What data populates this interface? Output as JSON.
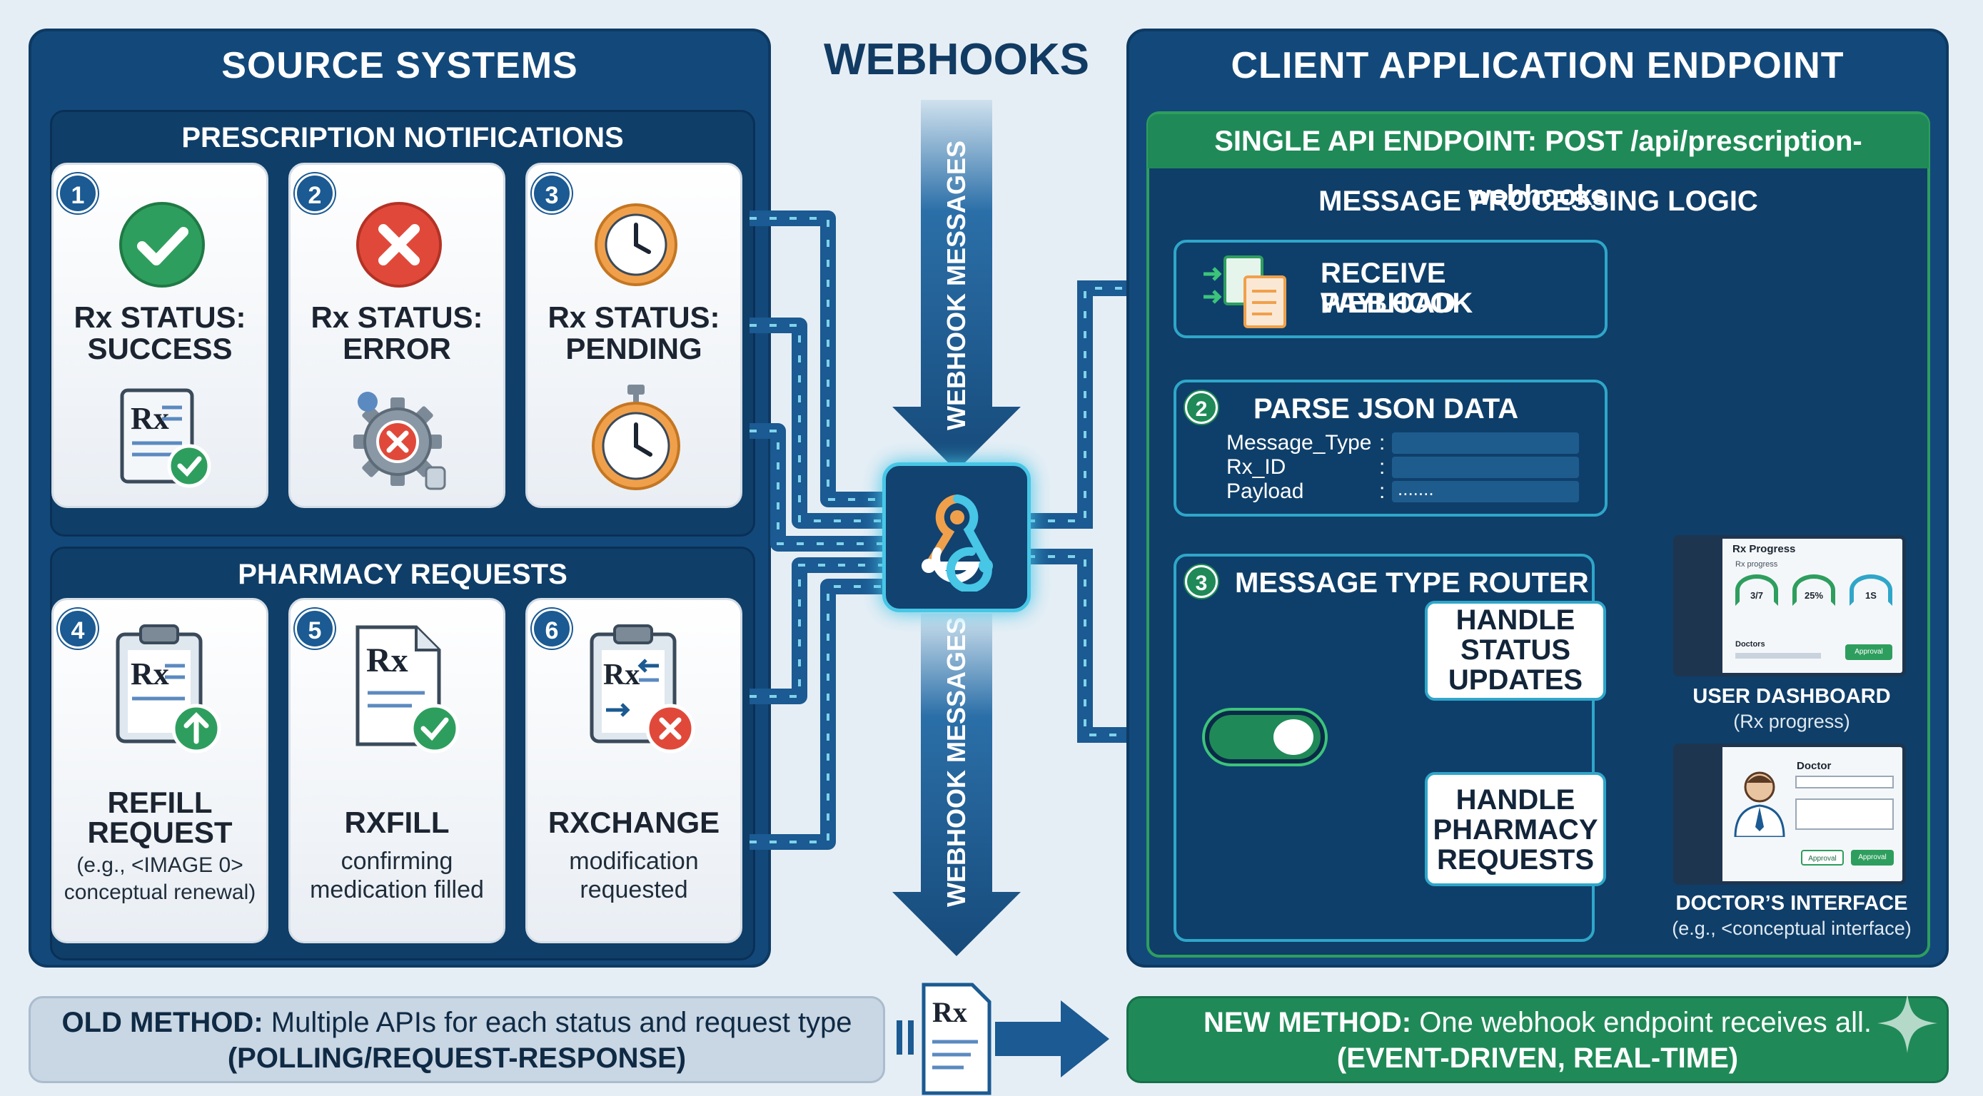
{
  "left": {
    "title": "SOURCE SYSTEMS",
    "notifications_title": "PRESCRIPTION NOTIFICATIONS",
    "requests_title": "PHARMACY REQUESTS",
    "cards": [
      {
        "num": "1",
        "line1": "Rx STATUS:",
        "line2": "SUCCESS",
        "icon": "check-circle-icon"
      },
      {
        "num": "2",
        "line1": "Rx STATUS:",
        "line2": "ERROR",
        "icon": "x-circle-icon"
      },
      {
        "num": "3",
        "line1": "Rx STATUS:",
        "line2": "PENDING",
        "icon": "clock-icon"
      },
      {
        "num": "4",
        "line1": "REFILL",
        "line2": "REQUEST",
        "sub1": "(e.g., <IMAGE 0>",
        "sub2": "conceptual renewal)"
      },
      {
        "num": "5",
        "line1": "RXFILL",
        "sub1": "confirming",
        "sub2": "medication filled"
      },
      {
        "num": "6",
        "line1": "RXCHANGE",
        "sub1": "modification",
        "sub2": "requested"
      }
    ]
  },
  "center": {
    "title": "WEBHOOKS",
    "arrow_top_label": "WEBHOOK MESSAGES",
    "arrow_bottom_label": "WEBHOOK MESSAGES"
  },
  "right": {
    "title": "CLIENT APPLICATION ENDPOINT",
    "endpoint": "SINGLE API ENDPOINT: POST /api/prescription-webhooks",
    "logic_title": "MESSAGE PROCESSING LOGIC",
    "step1": {
      "line1": "RECEIVE WEBHOOK",
      "line2": "PAYLOAD"
    },
    "step2": {
      "num": "2",
      "title": "PARSE JSON DATA",
      "fields": [
        "Message_Type",
        "Rx_ID",
        "Payload"
      ],
      "payload_value": "......."
    },
    "step3": {
      "num": "3",
      "title": "MESSAGE TYPE ROUTER"
    },
    "handle_status": {
      "l1": "HANDLE",
      "l2": "STATUS",
      "l3": "UPDATES"
    },
    "handle_pharmacy": {
      "l1": "HANDLE",
      "l2": "PHARMACY",
      "l3": "REQUESTS"
    },
    "dashboard": {
      "title": "USER DASHBOARD",
      "sub": "(Rx progress)",
      "screen_title": "Rx Progress",
      "screen_sub": "Rx progress",
      "g1": "3/7",
      "g2": "25%",
      "g3": "1S",
      "row": "Doctors",
      "btn": "Approval"
    },
    "doctor": {
      "title": "DOCTOR’S INTERFACE",
      "sub": "(e.g., <conceptual interface)",
      "screen_title": "Doctor",
      "btn1": "Approval",
      "btn2": "Approval"
    }
  },
  "bottom": {
    "old_bold": "OLD METHOD:",
    "old_text": " Multiple APIs for each status and request type",
    "old_sub": "(POLLING/REQUEST-RESPONSE)",
    "new_bold": "NEW METHOD:",
    "new_text": " One webhook endpoint receives all.",
    "new_sub": "(EVENT-DRIVEN, REAL-TIME)"
  },
  "colors": {
    "panel": "#13497a",
    "accent": "#2fa6c9",
    "green": "#2e9e5e",
    "old_bg": "#c9d6e3",
    "new_bg": "#1f8a57"
  }
}
